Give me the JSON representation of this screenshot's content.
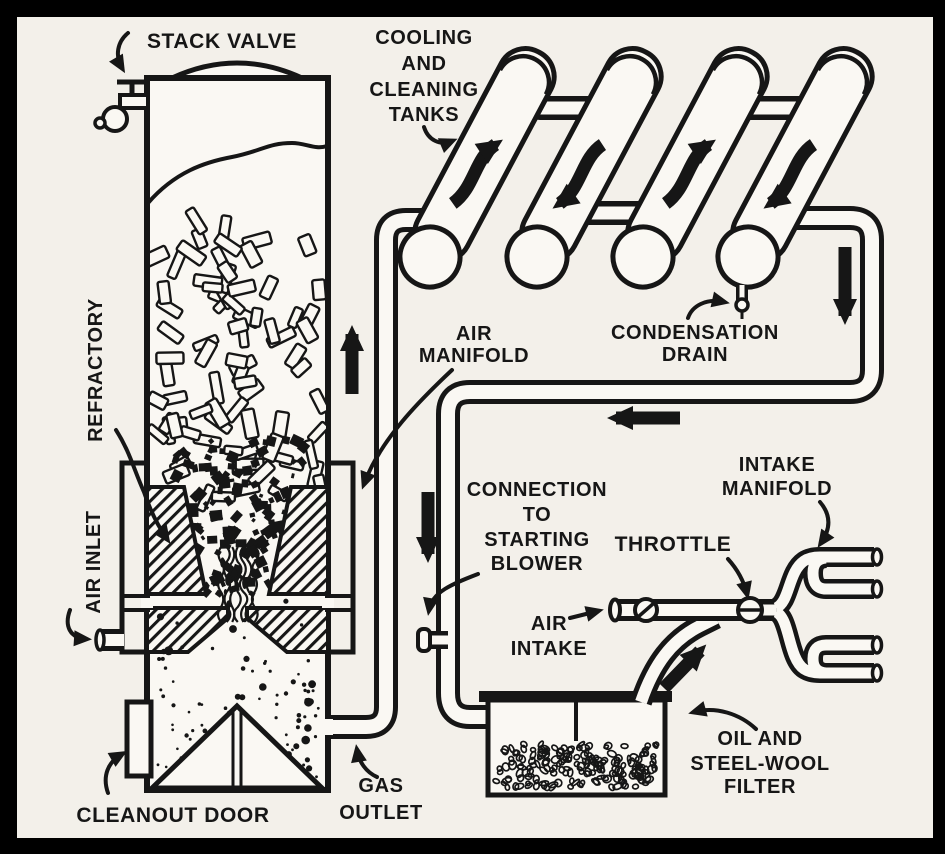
{
  "colors": {
    "frame": "#000000",
    "background": "#f3f0ea",
    "paper_white": "#faf8f3",
    "ink": "#161616"
  },
  "labels": {
    "stack_valve": "STACK VALVE",
    "cooling_tanks": [
      "COOLING",
      "AND",
      "CLEANING",
      "TANKS"
    ],
    "air_manifold": [
      "AIR",
      "MANIFOLD"
    ],
    "condensation_drain": [
      "CONDENSATION",
      "DRAIN"
    ],
    "refractory": "REFRACTORY",
    "air_inlet": "AIR INLET",
    "connection_blower": [
      "CONNECTION",
      "TO",
      "STARTING",
      "BLOWER"
    ],
    "throttle": "THROTTLE",
    "air_intake": [
      "AIR",
      "INTAKE"
    ],
    "intake_manifold": [
      "INTAKE",
      "MANIFOLD"
    ],
    "oil_filter": [
      "OIL AND",
      "STEEL-WOOL",
      "FILTER"
    ],
    "cleanout_door": "CLEANOUT DOOR",
    "gas_outlet": [
      "GAS",
      "OUTLET"
    ]
  }
}
